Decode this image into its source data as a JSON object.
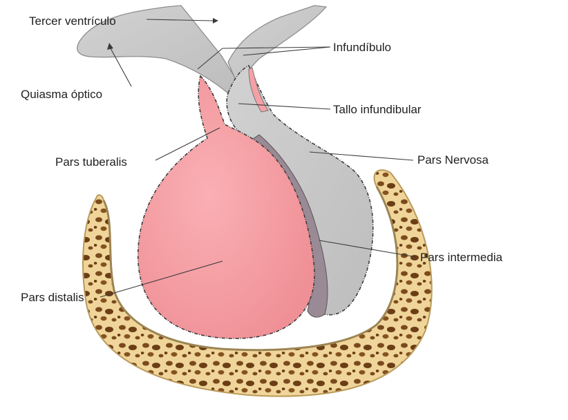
{
  "diagram": {
    "labels": {
      "tercer_ventriculo": "Tercer ventrículo",
      "infundibulo": "Infundíbulo",
      "quiasma_optico": "Quiasma óptico",
      "tallo_infundibular": "Tallo infundibular",
      "pars_tuberalis": "Pars tuberalis",
      "pars_nervosa": "Pars Nervosa",
      "pars_intermedia": "Pars intermedia",
      "pars_distalis": "Pars distalis"
    },
    "colors": {
      "adenohypophysis": "#f7a2a6",
      "neurohypophysis": "#c9c9c9",
      "pars_intermedia": "#9a8a95",
      "bone": "#f0d59a",
      "bone_pores": "#7a4a1c",
      "label_text": "#1f1f1f"
    }
  }
}
